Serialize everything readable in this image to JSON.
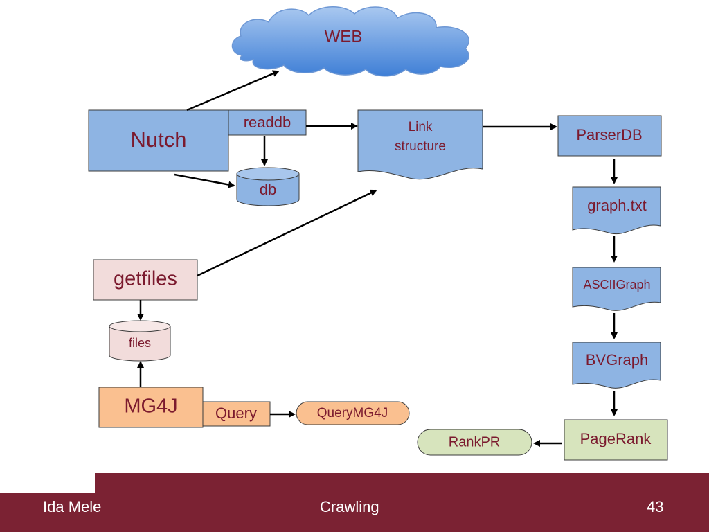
{
  "nodes": {
    "web": "WEB",
    "nutch": "Nutch",
    "readdb": "readdb",
    "db": "db",
    "link_structure_line1": "Link",
    "link_structure_line2": "structure",
    "parserdb": "ParserDB",
    "graph_txt": "graph.txt",
    "asciigraph": "ASCIIGraph",
    "bvgraph": "BVGraph",
    "pagerank": "PageRank",
    "rankpr": "RankPR",
    "getfiles": "getfiles",
    "files": "files",
    "mg4j": "MG4J",
    "query": "Query",
    "querymg4j": "QueryMG4J"
  },
  "footer": {
    "author": "Ida Mele",
    "title": "Crawling",
    "page": "43"
  },
  "colors": {
    "blue_fill": "#8eb4e3",
    "pink_fill": "#f2dcdb",
    "orange_fill": "#fac090",
    "green_fill": "#d7e4bd",
    "text": "#7b1a2e",
    "footer_bar": "#7b2233"
  }
}
